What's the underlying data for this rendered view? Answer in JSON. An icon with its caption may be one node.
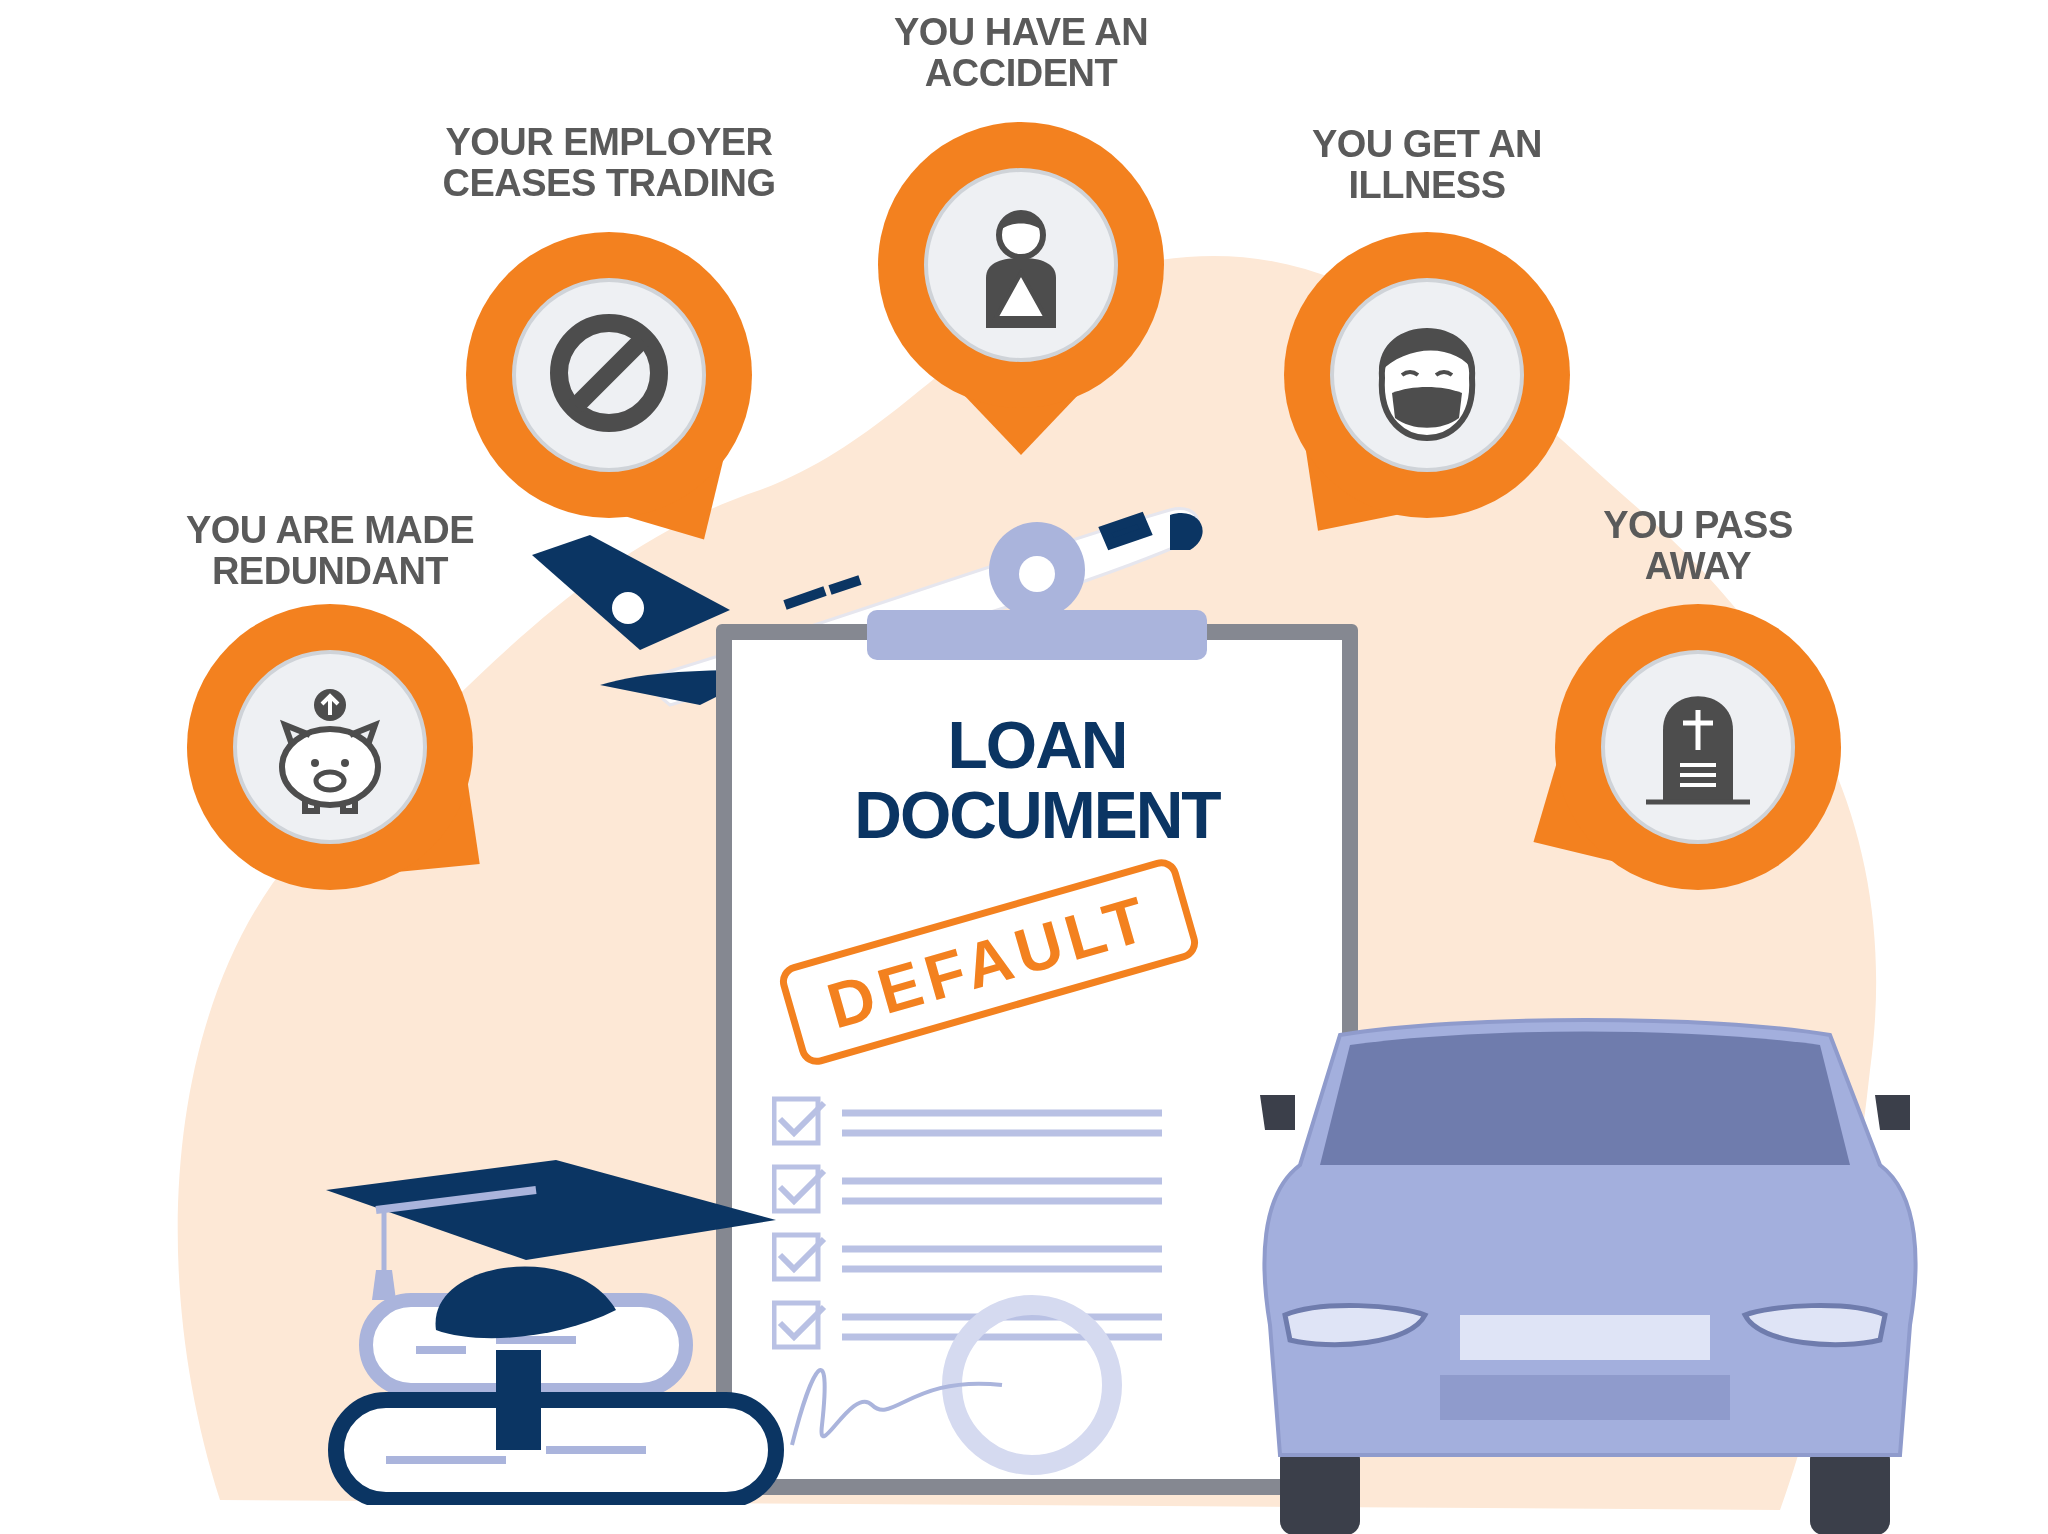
{
  "diagram": {
    "nodes": [
      {
        "text": [
          "YOU ARE MADE REDUNDANT"
        ]
      },
      {
        "text": [
          "YOUR EMPLOYER CEASES TRADING"
        ]
      },
      {
        "text": [
          "YOU HAVE AN ACCIDENT"
        ]
      },
      {
        "text": [
          "YOU GET AN ILLNESS"
        ]
      },
      {
        "text": [
          "YOU PASS AWAY"
        ]
      },
      {
        "text": [
          "LOAN DOCUMENT"
        ]
      },
      {
        "text": [
          "DEFAULT"
        ],
        "in": 5
      }
    ]
  }
}
